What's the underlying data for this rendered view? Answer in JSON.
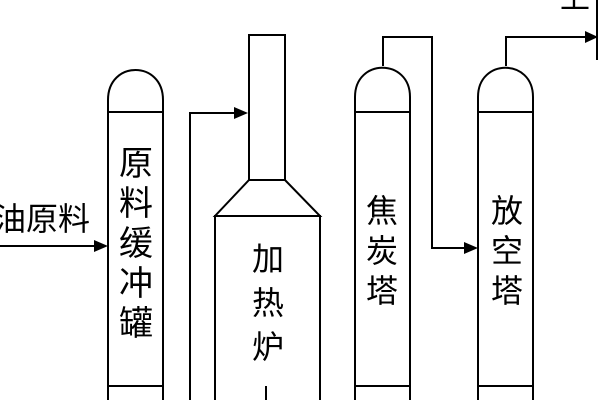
{
  "feed_label": "油原料",
  "corner_label": "上",
  "units": [
    {
      "id": "buffer-tank",
      "label": "原料缓冲罐"
    },
    {
      "id": "furnace",
      "label": "加热炉"
    },
    {
      "id": "coke-tower",
      "label": "焦炭塔"
    },
    {
      "id": "vent-tower",
      "label": "放空塔"
    }
  ]
}
